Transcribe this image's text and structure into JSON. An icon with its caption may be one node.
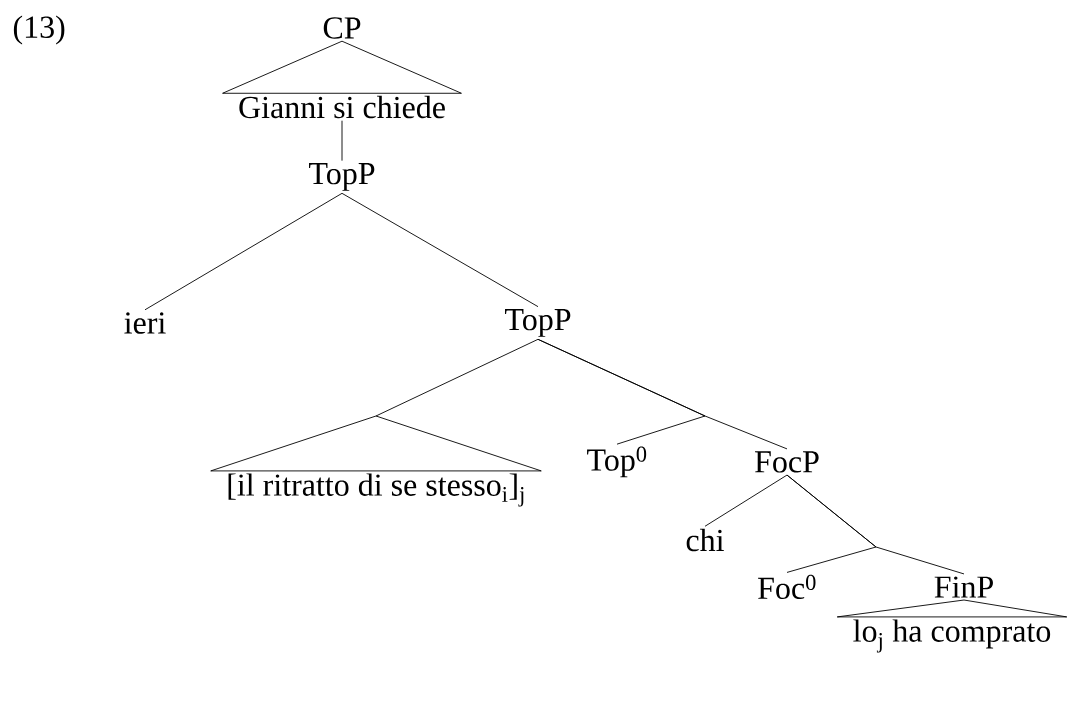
{
  "diagram": {
    "nodes": [
      {
        "text": [
          "CP"
        ]
      },
      {
        "text": [
          "Gianni si chiede"
        ]
      },
      {
        "text": [
          "TopP"
        ]
      },
      {
        "text": [
          "ieri"
        ]
      },
      {
        "text": [
          "TopP"
        ]
      },
      {
        "text": [
          "[il ritratto di se stesso$_{i}$]$_{j}$"
        ]
      },
      {
        "text": [
          "Top$^{0}$"
        ]
      },
      {
        "text": [
          "FocP"
        ]
      },
      {
        "text": [
          "chi"
        ]
      },
      {
        "text": [
          "Foc$^{0}$"
        ]
      },
      {
        "text": [
          "FinP"
        ]
      },
      {
        "text": [
          "lo$_{j}$ ha comprato"
        ]
      }
    ],
    "edges": [
      {
        "from": 0,
        "to": 1,
        "arrow": "none"
      },
      {
        "from": 1,
        "to": 2,
        "arrow": "none"
      },
      {
        "from": 2,
        "to": 3,
        "arrow": "none"
      },
      {
        "from": 2,
        "to": 4,
        "arrow": "none"
      },
      {
        "from": 4,
        "to": 5,
        "arrow": "none"
      },
      {
        "from": 4,
        "to": 6,
        "arrow": "none"
      },
      {
        "from": 4,
        "to": 7,
        "arrow": "none"
      },
      {
        "from": 7,
        "to": 8,
        "arrow": "none"
      },
      {
        "from": 7,
        "to": 9,
        "arrow": "none"
      },
      {
        "from": 7,
        "to": 10,
        "arrow": "none"
      },
      {
        "from": 10,
        "to": 11,
        "arrow": "none"
      }
    ],
    "labels": [
      "(13)"
    ]
  }
}
